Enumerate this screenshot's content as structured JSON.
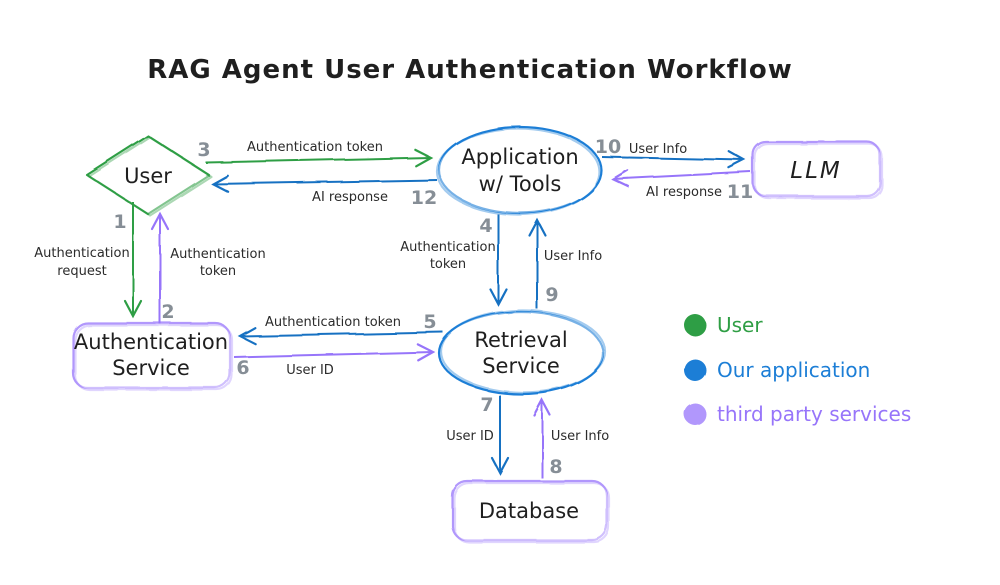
{
  "title": "RAG Agent User Authentication Workflow",
  "nodes": {
    "user": {
      "label": "User"
    },
    "application": {
      "line1": "Application",
      "line2": "w/ Tools"
    },
    "llm": {
      "label": "LLM"
    },
    "auth_service": {
      "line1": "Authentication",
      "line2": "Service"
    },
    "retrieval_service": {
      "line1": "Retrieval",
      "line2": "Service"
    },
    "database": {
      "label": "Database"
    }
  },
  "edges": {
    "e1": {
      "num": "1",
      "line1": "Authentication",
      "line2": "request",
      "from": "User",
      "to": "Authentication Service",
      "color": "#2f9e44"
    },
    "e2": {
      "num": "2",
      "line1": "Authentication",
      "line2": "token",
      "from": "Authentication Service",
      "to": "User",
      "color": "#9775fa"
    },
    "e3": {
      "num": "3",
      "line1": "Authentication token",
      "from": "User",
      "to": "Application w/ Tools",
      "color": "#2f9e44"
    },
    "e4": {
      "num": "4",
      "line1": "Authentication",
      "line2": "token",
      "from": "Application w/ Tools",
      "to": "Retrieval Service",
      "color": "#1971c2"
    },
    "e5": {
      "num": "5",
      "line1": "Authentication token",
      "from": "Retrieval Service",
      "to": "Authentication Service",
      "color": "#1971c2"
    },
    "e6": {
      "num": "6",
      "line1": "User ID",
      "from": "Authentication Service",
      "to": "Retrieval Service",
      "color": "#9775fa"
    },
    "e7": {
      "num": "7",
      "line1": "User ID",
      "from": "Retrieval Service",
      "to": "Database",
      "color": "#1971c2"
    },
    "e8": {
      "num": "8",
      "line1": "User Info",
      "from": "Database",
      "to": "Retrieval Service",
      "color": "#9775fa"
    },
    "e9": {
      "num": "9",
      "line1": "User Info",
      "from": "Retrieval Service",
      "to": "Application w/ Tools",
      "color": "#1971c2"
    },
    "e10": {
      "num": "10",
      "line1": "User Info",
      "from": "Application w/ Tools",
      "to": "LLM",
      "color": "#1971c2"
    },
    "e11": {
      "num": "11",
      "line1": "AI response",
      "from": "LLM",
      "to": "Application w/ Tools",
      "color": "#9775fa"
    },
    "e12": {
      "num": "12",
      "line1": "AI response",
      "from": "Application w/ Tools",
      "to": "User",
      "color": "#1971c2"
    }
  },
  "legend": {
    "items": [
      {
        "label": "User",
        "color": "#2f9e44"
      },
      {
        "label": "Our application",
        "color": "#1c7ed6"
      },
      {
        "label": "third party services",
        "color": "#b197fc"
      }
    ]
  },
  "colors": {
    "user_green": "#2f9e44",
    "our_application_blue": "#1c7ed6",
    "third_party_purple": "#b197fc",
    "arrow_purple": "#9775fa",
    "number_gray": "#868e96",
    "text_black": "#1f1f1f",
    "background": "#ffffff"
  }
}
